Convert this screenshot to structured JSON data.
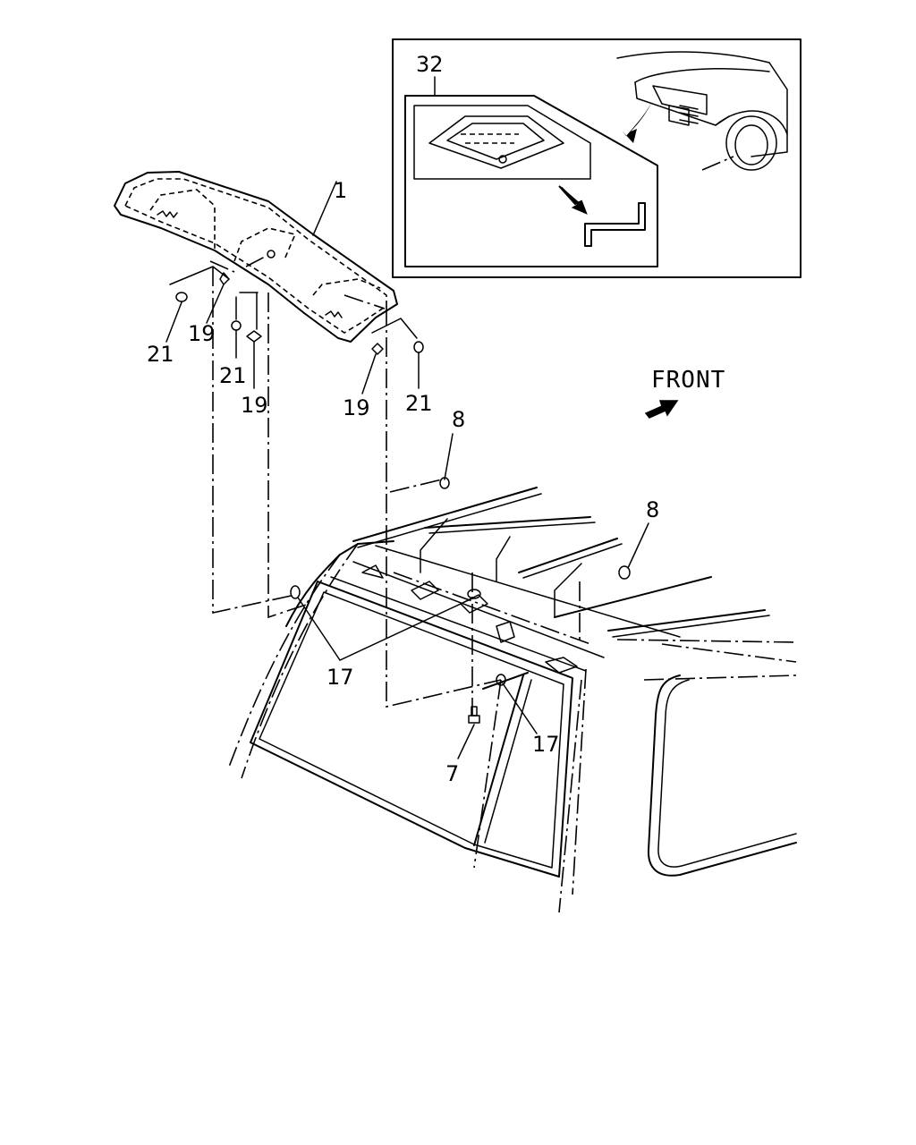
{
  "callouts": {
    "c1": "1",
    "c7": "7",
    "c8a": "8",
    "c8b": "8",
    "c17a": "17",
    "c17b": "17",
    "c19a": "19",
    "c19b": "19",
    "c19c": "19",
    "c21a": "21",
    "c21b": "21",
    "c21c": "21",
    "c32": "32"
  },
  "direction": {
    "label": "FRONT"
  }
}
